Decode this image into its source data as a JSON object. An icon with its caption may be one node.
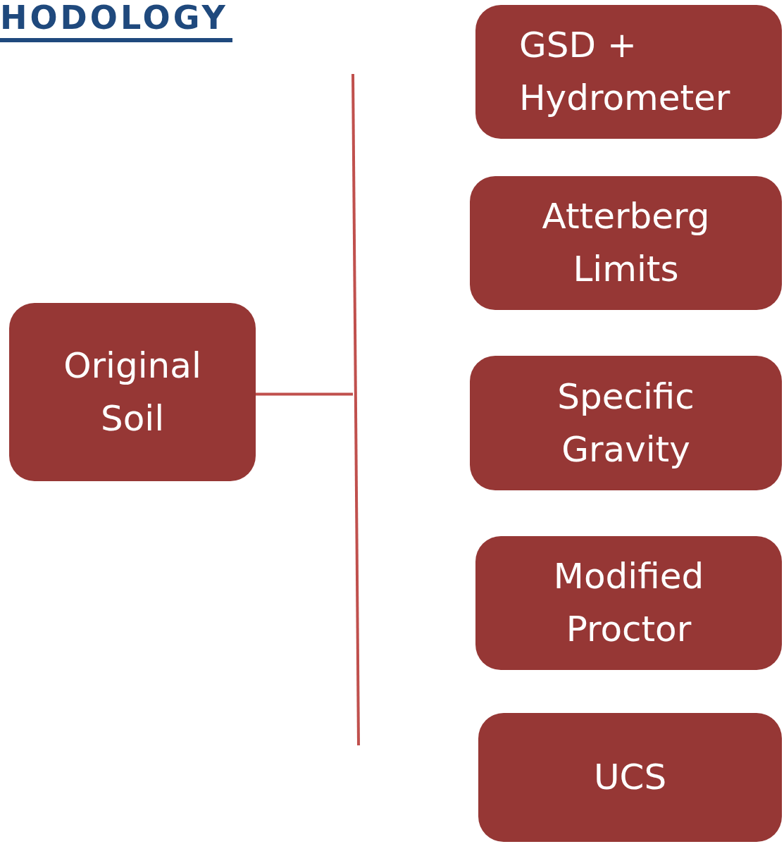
{
  "diagram": {
    "title": "HODOLOGY",
    "nodes": [
      {
        "text": [
          "Original Soil"
        ]
      },
      {
        "text": [],
        "shape": "bar"
      },
      {
        "text": [
          "GSD + Hydrometer"
        ]
      },
      {
        "text": [
          "Atterberg Limits"
        ]
      },
      {
        "text": [
          "Specific Gravity"
        ]
      },
      {
        "text": [
          "Modified Proctor"
        ]
      },
      {
        "text": [
          "UCS"
        ]
      }
    ],
    "edges": [
      {
        "from": 0,
        "to": 1,
        "arrow": "none"
      }
    ]
  }
}
